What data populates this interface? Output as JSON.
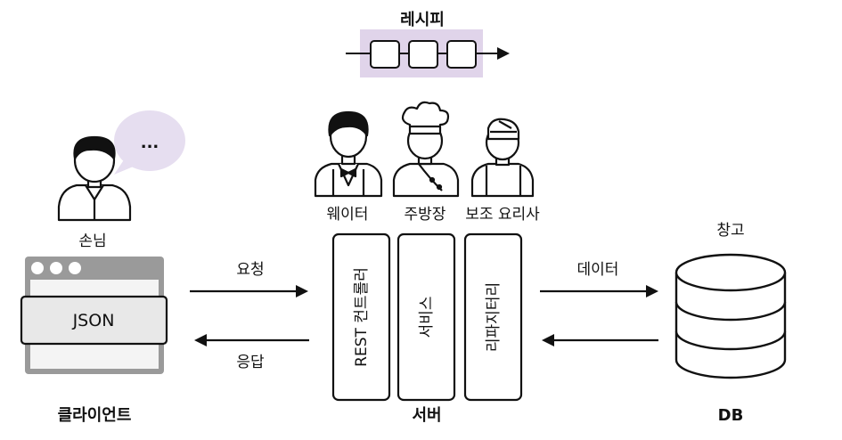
{
  "recipe": {
    "label": "레시피"
  },
  "customer": {
    "label": "손님",
    "bubble_text": "..."
  },
  "client": {
    "label": "클라이언트",
    "panel_text": "JSON"
  },
  "arrows": {
    "request": "요청",
    "response": "응답",
    "data": "데이터"
  },
  "roles": {
    "waiter": "웨이터",
    "head_chef": "주방장",
    "assistant_cook": "보조 요리사"
  },
  "server": {
    "label": "서버",
    "layers": [
      "REST 컨트롤러",
      "서비스",
      "리파지터리"
    ]
  },
  "db": {
    "title": "창고",
    "label": "DB"
  },
  "colors": {
    "recipe_band": "#e0d4ea",
    "window_gray": "#9a9a9a",
    "bubble": "#e6def0",
    "panel_fill": "#e8e8e8"
  }
}
